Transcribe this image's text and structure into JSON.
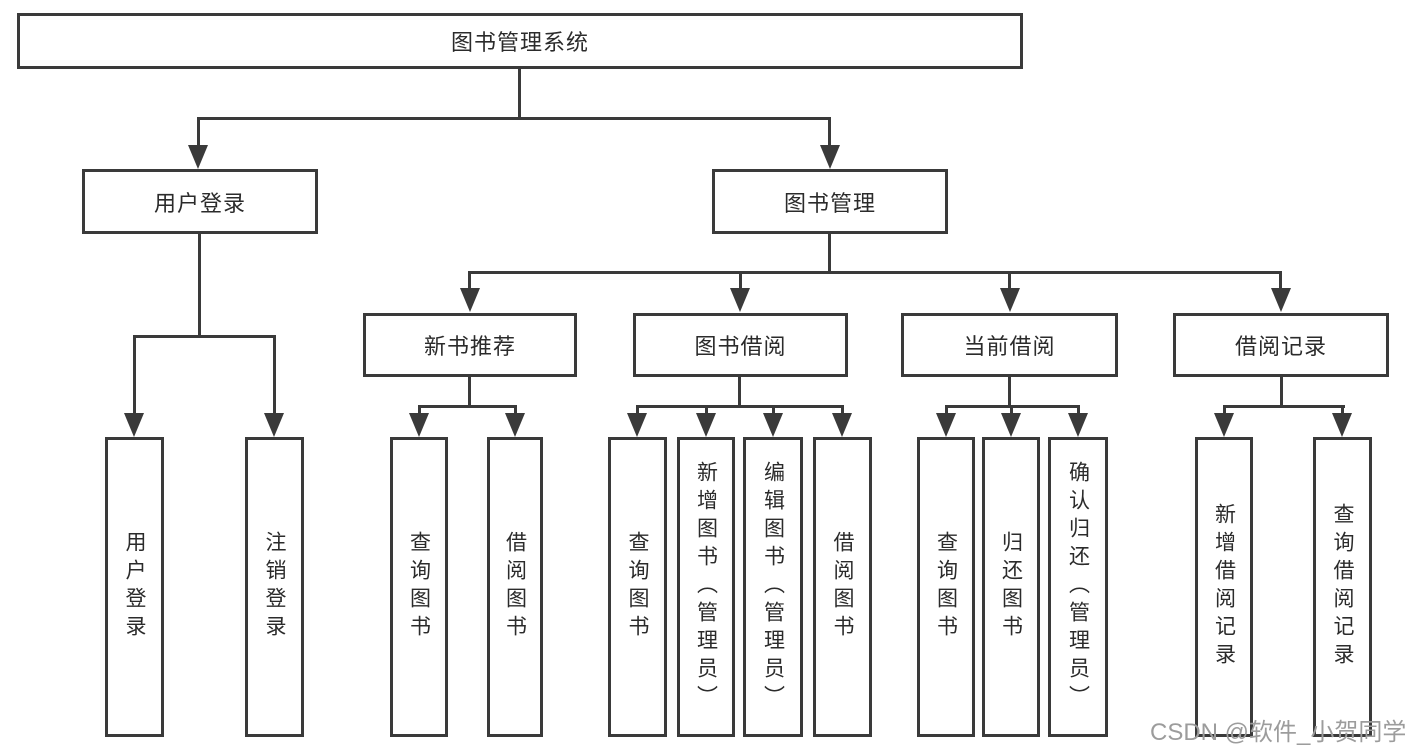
{
  "diagram": {
    "root": {
      "label": "图书管理系统"
    },
    "level1": [
      {
        "label": "用户登录"
      },
      {
        "label": "图书管理"
      }
    ],
    "level2": [
      {
        "label": "新书推荐"
      },
      {
        "label": "图书借阅"
      },
      {
        "label": "当前借阅"
      },
      {
        "label": "借阅记录"
      }
    ],
    "leaves": {
      "user_login": [
        {
          "label": "用户登录"
        },
        {
          "label": "注销登录"
        }
      ],
      "new_book": [
        {
          "label": "查询图书"
        },
        {
          "label": "借阅图书"
        }
      ],
      "book_borrow": [
        {
          "label": "查询图书"
        },
        {
          "label": "新增图书（管理员）"
        },
        {
          "label": "编辑图书（管理员）"
        },
        {
          "label": "借阅图书"
        }
      ],
      "current_borrow": [
        {
          "label": "查询图书"
        },
        {
          "label": "归还图书"
        },
        {
          "label": "确认归还（管理员）"
        }
      ],
      "borrow_records": [
        {
          "label": "新增借阅记录"
        },
        {
          "label": "查询借阅记录"
        }
      ]
    }
  },
  "watermark": {
    "text": "CSDN @软件_小贺同学"
  },
  "colors": {
    "line": "#3a3a3a",
    "text": "#2b2b2b",
    "watermark": "#9c9c9c",
    "background": "#ffffff"
  }
}
